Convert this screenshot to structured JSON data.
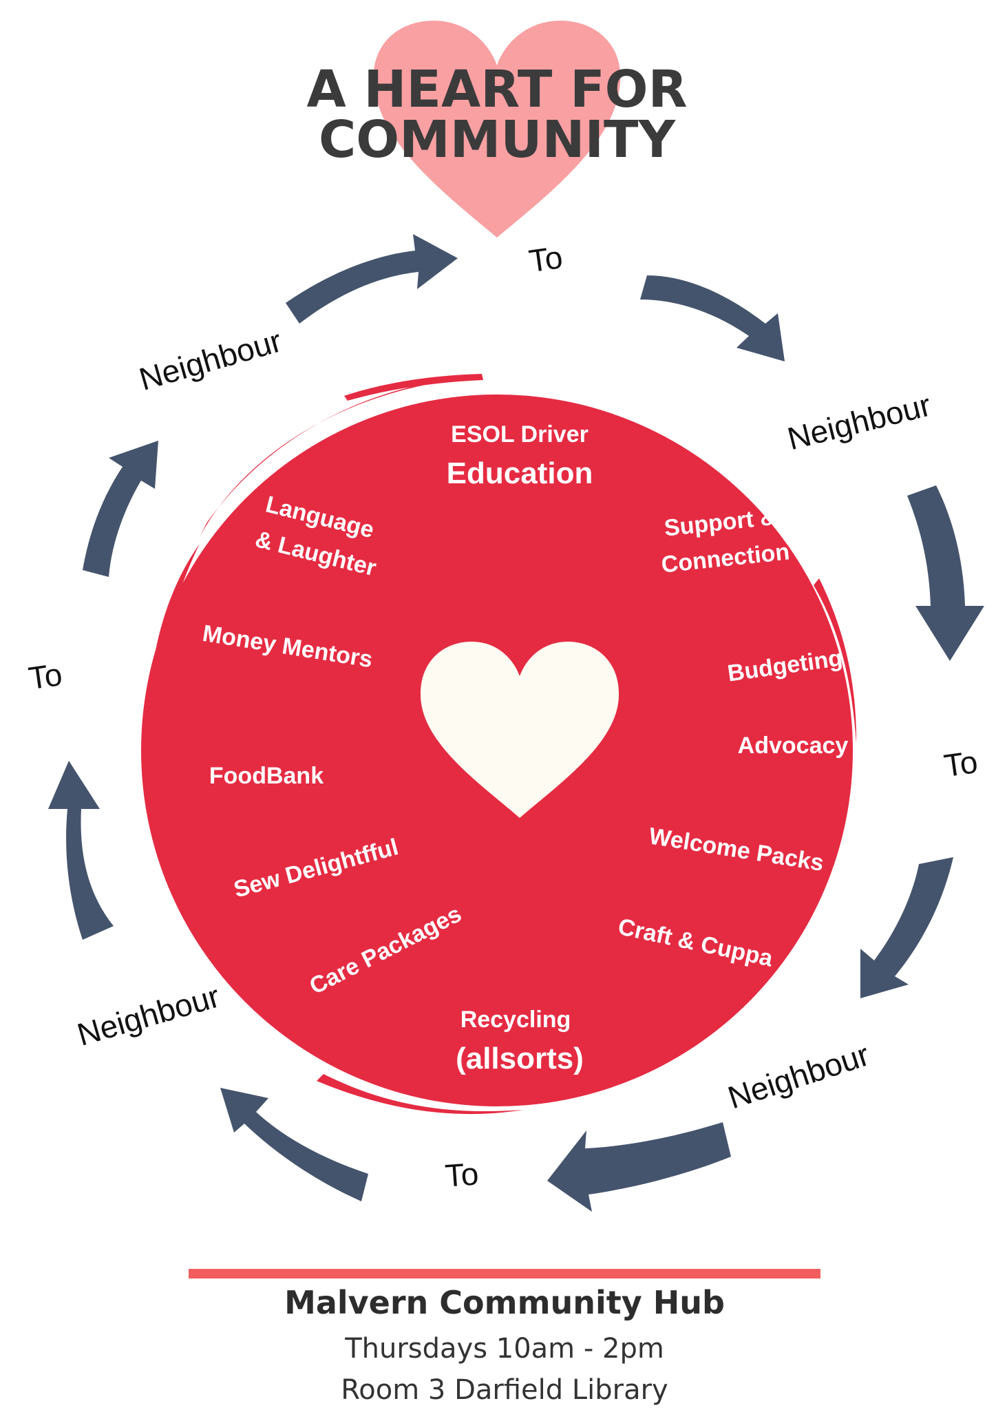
{
  "title": {
    "line1": "A HEART FOR",
    "line2": "COMMUNITY"
  },
  "cycle": {
    "top_to": "To",
    "right_neighbour": "Neighbour",
    "right_to": "To",
    "bottom_right_neighbour": "Neighbour",
    "bottom_to": "To",
    "bottom_left_neighbour": "Neighbour",
    "left_to": "To",
    "top_left_neighbour": "Neighbour"
  },
  "services": {
    "esol_driver": "ESOL Driver",
    "education": "Education",
    "support_1": "Support &",
    "support_2": "Connection",
    "language_1": "Language",
    "language_2": "& Laughter",
    "money_mentors": "Money Mentors",
    "budgeting": "Budgeting",
    "advocacy": "Advocacy",
    "foodbank": "FoodBank",
    "sew": "Sew Delightfful",
    "welcome_packs": "Welcome Packs",
    "care_packages": "Care Packages",
    "craft_cuppa": "Craft & Cuppa",
    "recycling": "Recycling",
    "allsorts": "(allsorts)"
  },
  "footer": {
    "name": "Malvern Community Hub",
    "time": "Thursdays 10am - 2pm",
    "location": "Room 3 Darfield Library"
  },
  "colors": {
    "circle_red": "#e52b42",
    "title_heart_pink": "#f9a0a3",
    "arrow_navy": "#45546d",
    "footer_rule": "#f25e5e",
    "center_heart": "#fdfbf2"
  }
}
